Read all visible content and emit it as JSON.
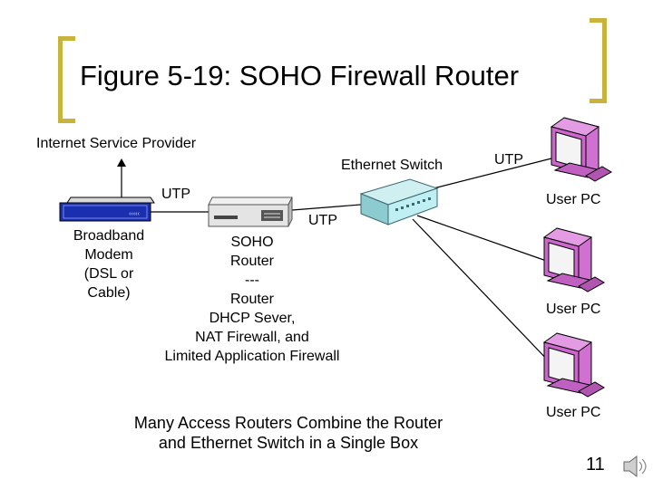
{
  "slide": {
    "title": "Figure 5-19: SOHO Firewall Router",
    "page_number": "11"
  },
  "labels": {
    "isp": "Internet Service Provider",
    "ethernet_switch": "Ethernet Switch",
    "utp_modem_router": "UTP",
    "utp_router_switch": "UTP",
    "utp_switch_pcs": "UTP",
    "modem_lines": [
      "Broadband",
      "Modem",
      "(DSL or",
      "Cable)"
    ],
    "router_lines": [
      "SOHO",
      "Router",
      "---",
      "Router",
      "DHCP Sever,",
      "NAT Firewall, and",
      "Limited Application Firewall"
    ],
    "user_pc_1": "User PC",
    "user_pc_2": "User PC",
    "user_pc_3": "User PC"
  },
  "caption": {
    "line1": "Many Access Routers Combine the Router",
    "line2": "and Ethernet Switch in a Single Box"
  },
  "colors": {
    "accent_bracket": "#c8b43c",
    "computer_magenta": "#cc66cc",
    "modem_blue": "#1a2fb0",
    "switch_cyan": "#bfeff2"
  },
  "icons": [
    "modem-icon",
    "router-icon",
    "switch-icon",
    "computer-icon",
    "speaker-icon"
  ]
}
